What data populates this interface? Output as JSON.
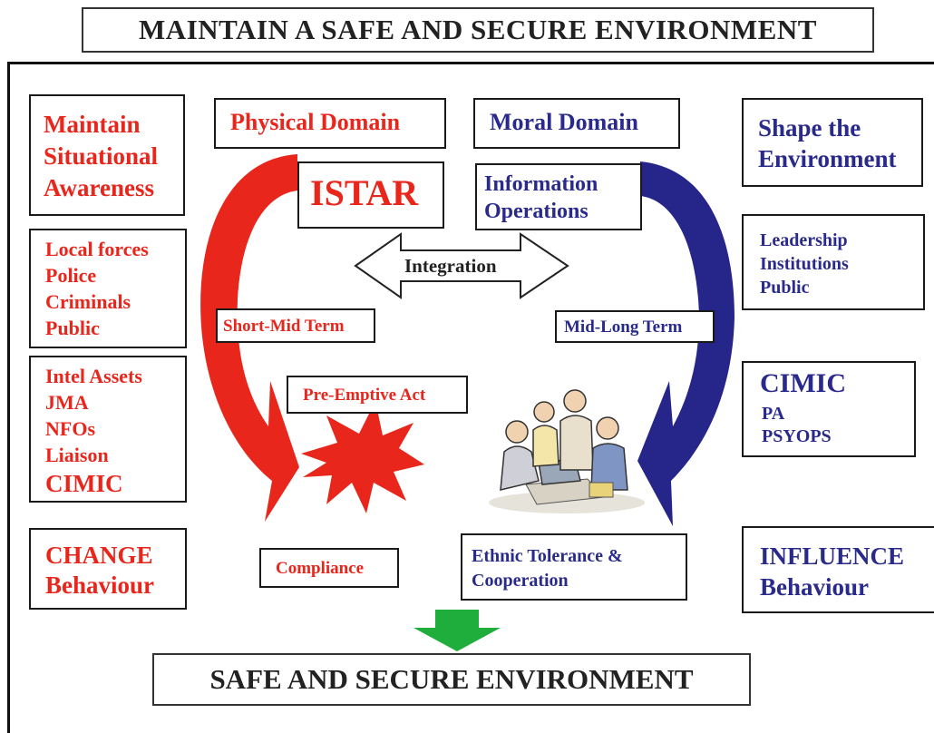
{
  "title": "MAINTAIN A SAFE AND SECURE ENVIRONMENT",
  "bottom": "SAFE AND SECURE ENVIRONMENT",
  "colors": {
    "red": "#e8261c",
    "blue": "#2a2a8c",
    "green": "#1fae3c"
  },
  "left_column": {
    "situational": [
      "Maintain",
      "Situational",
      "Awareness"
    ],
    "actors": [
      "Local forces",
      "Police",
      "Criminals",
      "Public"
    ],
    "assets": [
      "Intel Assets",
      "JMA",
      "NFOs",
      "Liaison"
    ],
    "assets_cimic": "CIMIC",
    "change": [
      "CHANGE",
      "Behaviour"
    ]
  },
  "right_column": {
    "shape": [
      "Shape the",
      "Environment"
    ],
    "targets": [
      "Leadership",
      "Institutions",
      "Public"
    ],
    "cimic": "CIMIC",
    "cimic_sub": [
      "PA",
      "PSYOPS"
    ],
    "influence": [
      "INFLUENCE",
      "Behaviour"
    ]
  },
  "center": {
    "physical_domain": "Physical Domain",
    "moral_domain": "Moral Domain",
    "istar": "ISTAR",
    "info_ops": [
      "Information",
      "Operations"
    ],
    "integration": "Integration",
    "short_mid": "Short-Mid Term",
    "mid_long": "Mid-Long Term",
    "pre_emptive": "Pre-Emptive Act",
    "compliance": "Compliance",
    "ethnic": [
      "Ethnic Tolerance &",
      "Cooperation"
    ]
  },
  "icons": [
    "explosion-icon",
    "people-meeting-icon",
    "down-arrow-icon",
    "double-arrow-icon"
  ]
}
